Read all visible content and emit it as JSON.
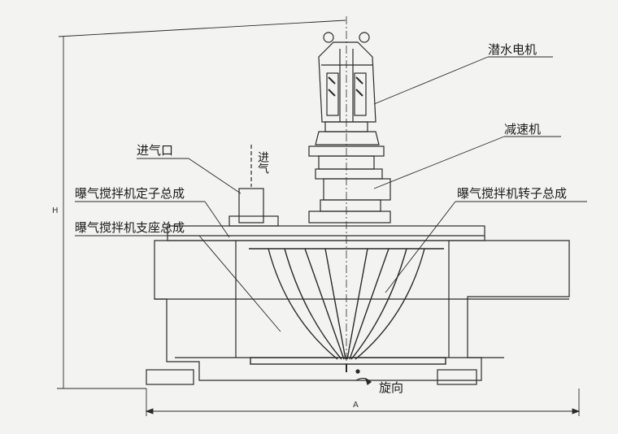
{
  "labels": {
    "motor": "潜水电机",
    "reducer": "减速机",
    "air_inlet": "进气口",
    "air_in_vertical": "进气",
    "stator": "曝气搅拌机定子总成",
    "base": "曝气搅拌机支座总成",
    "rotor": "曝气搅拌机转子总成",
    "rotation": "旋向",
    "dim_h": "H",
    "dim_a": "A"
  },
  "colors": {
    "line": "#2a2a2a",
    "paper": "#f3f3f1"
  }
}
